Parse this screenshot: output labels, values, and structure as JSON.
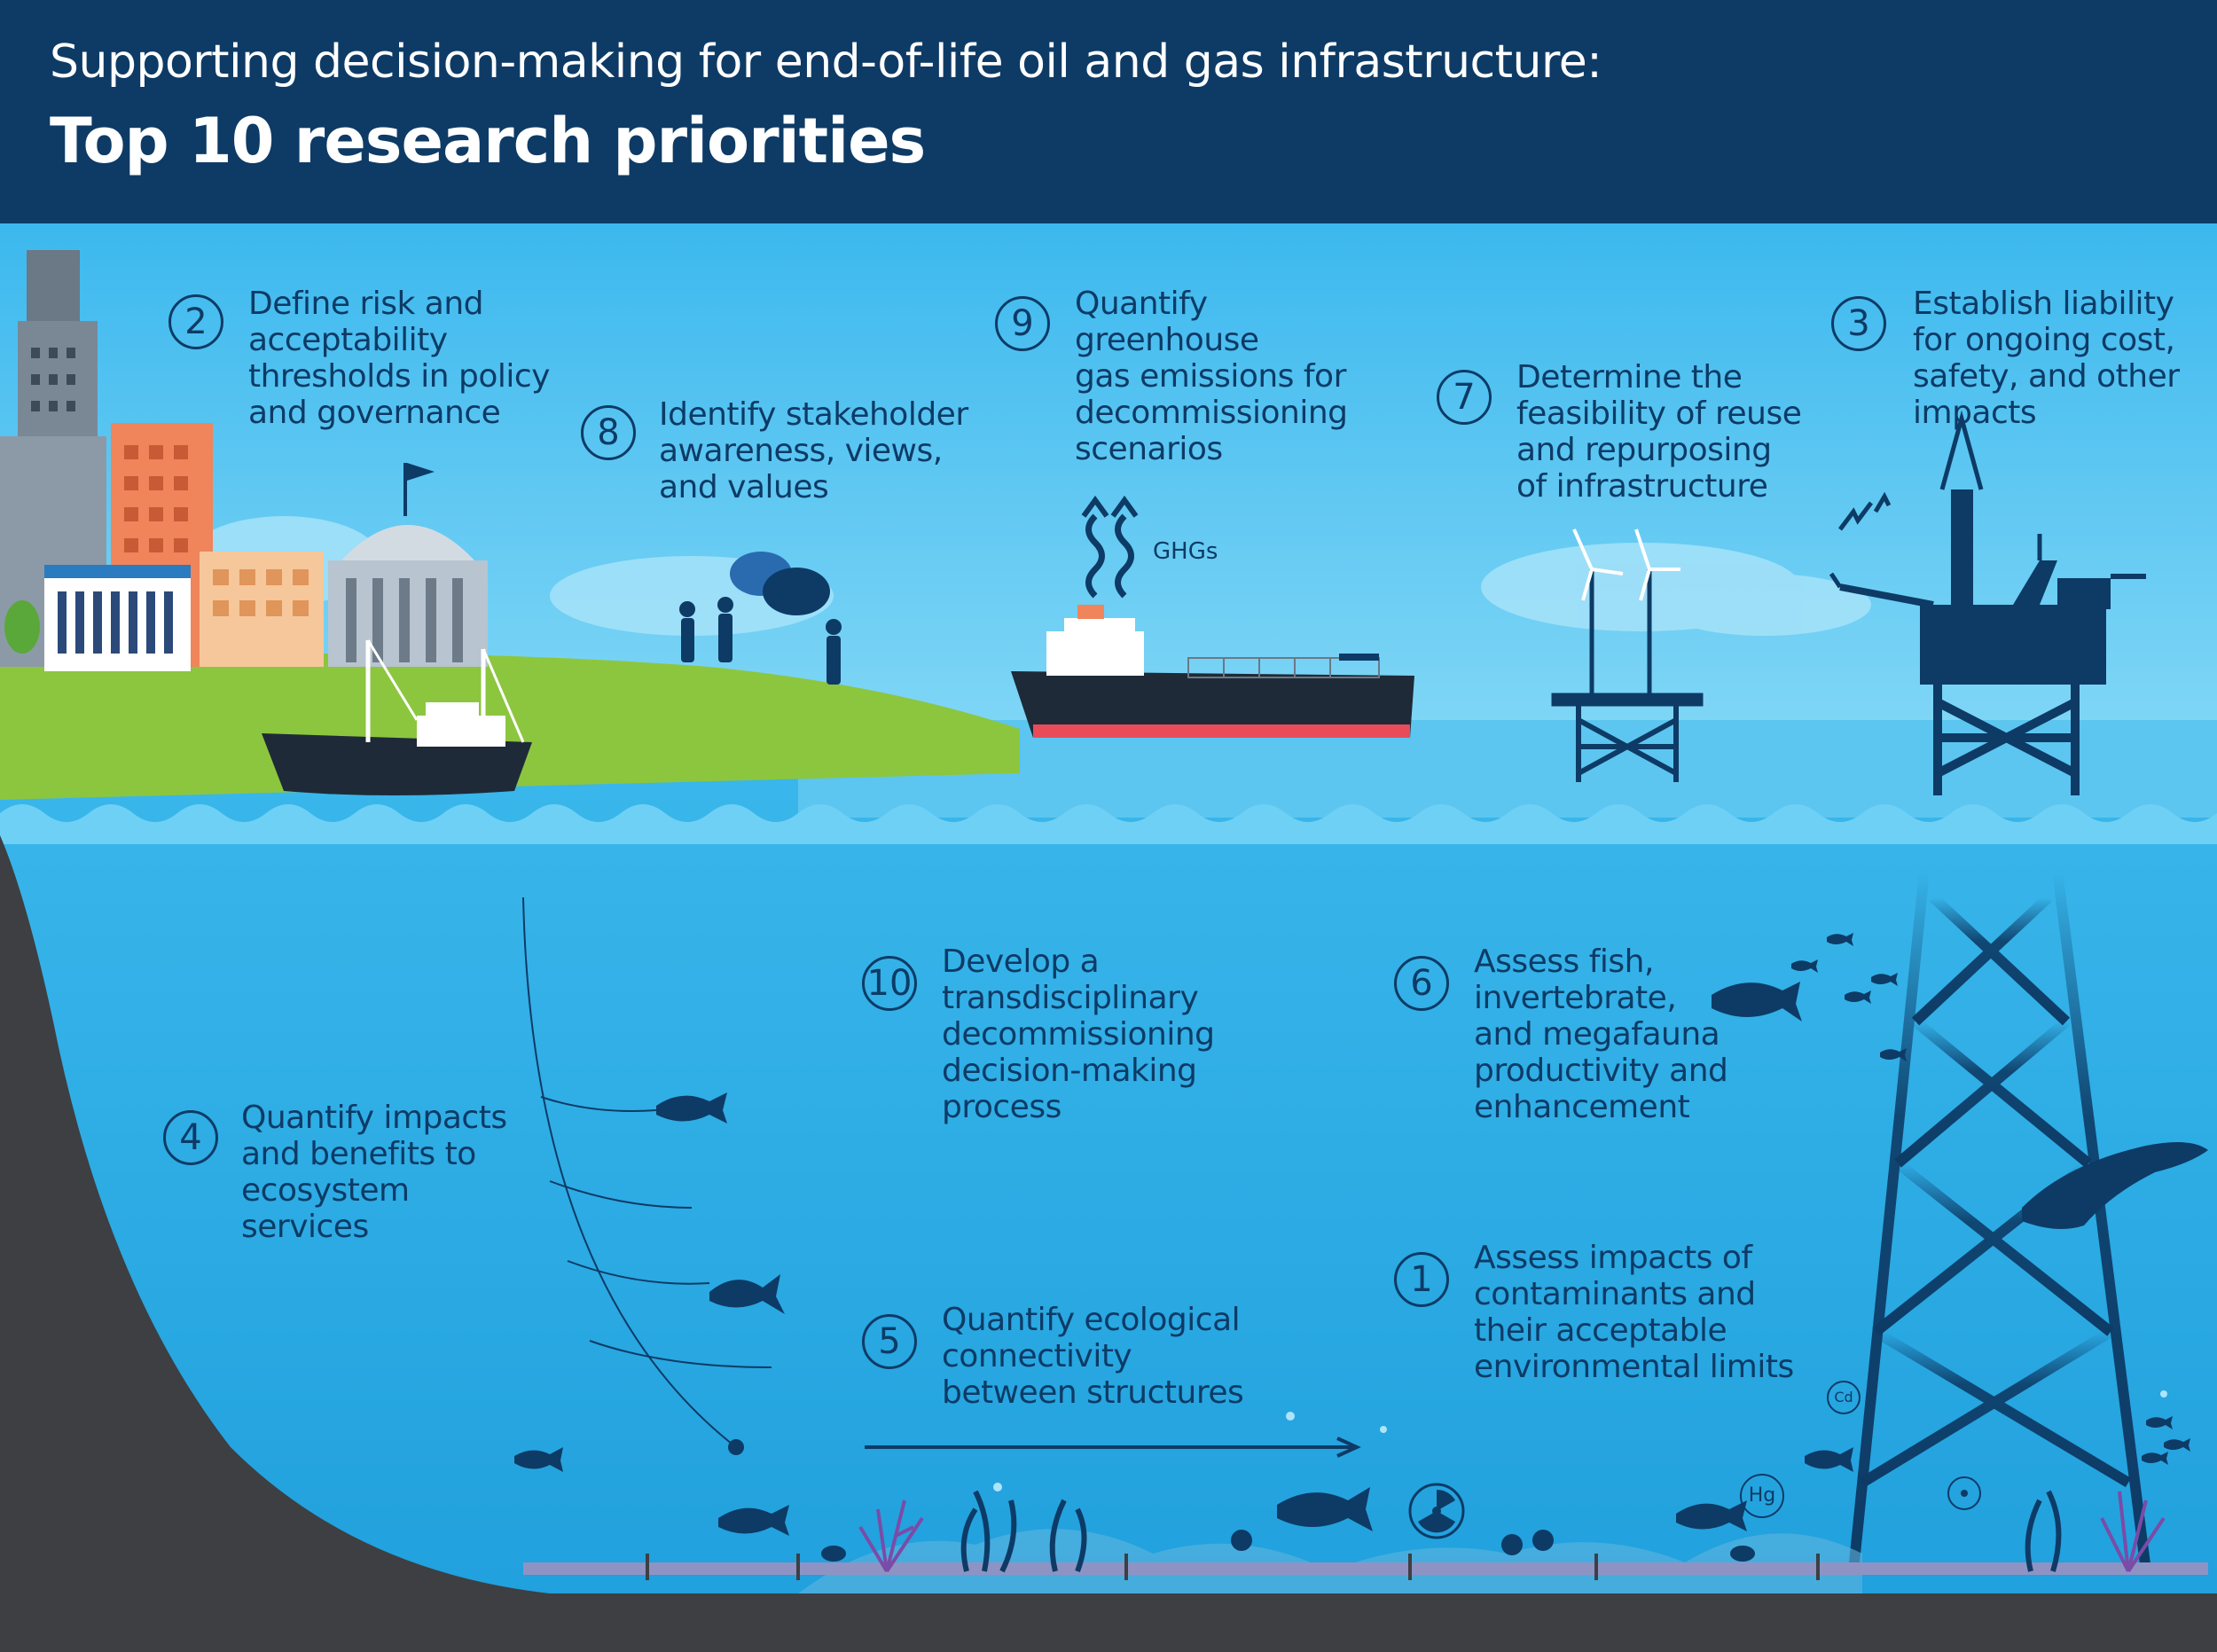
{
  "header": {
    "subtitle": "Supporting decision-making for end-of-life oil and gas infrastructure:",
    "title": "Top 10 research priorities"
  },
  "priorities": [
    {
      "number": "2",
      "text": "Define risk and\nacceptability\nthresholds in policy\nand governance"
    },
    {
      "number": "8",
      "text": "Identify stakeholder\nawareness, views,\nand values"
    },
    {
      "number": "9",
      "text": "Quantify\ngreenhouse\ngas emissions for\ndecommissioning\nscenarios"
    },
    {
      "number": "7",
      "text": "Determine the\nfeasibility of reuse\nand repurposing\nof infrastructure"
    },
    {
      "number": "3",
      "text": "Establish liability\nfor ongoing cost,\nsafety, and other\nimpacts"
    },
    {
      "number": "10",
      "text": "Develop a\ntransdisciplinary\ndecommissioning\ndecision-making\nprocess"
    },
    {
      "number": "6",
      "text": "Assess fish,\ninvertebrate,\nand megafauna\nproductivity and\nenhancement"
    },
    {
      "number": "4",
      "text": "Quantify impacts\nand benefits to\necosystem services"
    },
    {
      "number": "5",
      "text": "Quantify ecological\nconnectivity\nbetween structures"
    },
    {
      "number": "1",
      "text": "Assess impacts of\ncontaminants and\ntheir acceptable\nenvironmental limits"
    }
  ],
  "labels": {
    "ghg": "GHGs",
    "cadmium": "Cd",
    "mercury": "Hg"
  },
  "colors": {
    "header": "#0d3b66",
    "sky": "#4dc3f0",
    "sea": "#2eb0e8",
    "grass": "#8cc63f",
    "seabed": "#3d3f43",
    "silhouette": "#0d3b66"
  }
}
